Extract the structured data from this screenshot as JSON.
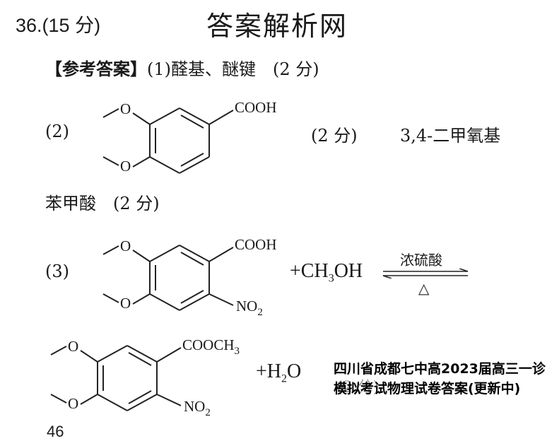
{
  "header": {
    "question_number": "36.",
    "question_points": "(15 分)",
    "watermark": "答案解析网"
  },
  "answer": {
    "heading": "【参考答案】",
    "part1": "(1)醛基、醚键　(2 分)",
    "part2_label": "(2)",
    "part2_points": "(2 分)",
    "part2_name_1": "3,4-二甲氧基",
    "part2_name_2": "苯甲酸　(2 分)",
    "part3_label": "(3)",
    "plus_methanol": "+CH",
    "methanol_sub": "3",
    "methanol_tail": "OH",
    "catalyst": "浓硫酸",
    "heat": "△",
    "plus_water": "+H",
    "water_sub": "2",
    "water_tail": "O",
    "overlap_text": "(2 分)"
  },
  "molecules": {
    "methoxy": "O",
    "cooh": "COOH",
    "cooch3": "COOCH",
    "cooch3_sub": "3",
    "no2": "NO",
    "no2_sub": "2"
  },
  "caption": {
    "text": "四川省成都七中高2023届高三一诊模拟考试物理试卷答案(更新中)"
  },
  "footer": {
    "cut_number": "46"
  }
}
